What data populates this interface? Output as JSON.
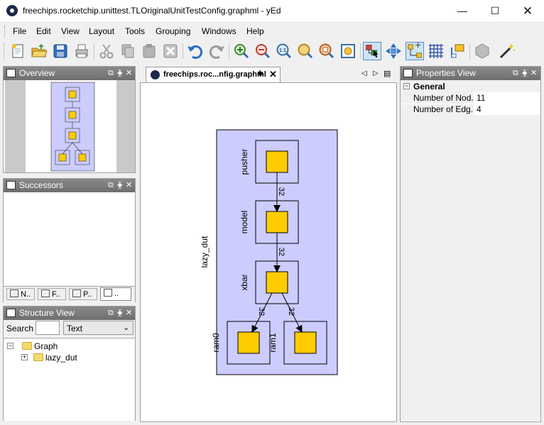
{
  "window": {
    "title": "freechips.rocketchip.unittest.TLOriginalUnitTestConfig.graphml - yEd"
  },
  "menu": [
    "File",
    "Edit",
    "View",
    "Layout",
    "Tools",
    "Grouping",
    "Windows",
    "Help"
  ],
  "toolbar": {
    "icons": [
      "new-document-icon",
      "open-folder-icon",
      "save-icon",
      "print-icon",
      "cut-icon",
      "copy-icon",
      "paste-icon",
      "delete-icon",
      "undo-icon",
      "redo-icon",
      "zoom-in-icon",
      "zoom-out-icon",
      "zoom-1-1-icon",
      "zoom-fit-icon",
      "zoom-area-icon",
      "fit-content-icon",
      "edit-mode-icon",
      "navigate-icon",
      "orthogonal-edge-icon",
      "grid-icon",
      "label-icon",
      "layout-icon",
      "wizard-icon"
    ],
    "zoom11_label": "1:1"
  },
  "overview": {
    "title": "Overview"
  },
  "successors": {
    "title": "Successors",
    "tabs": [
      "N..",
      "F..",
      "P..",
      ".."
    ]
  },
  "structure": {
    "title": "Structure View",
    "search_label": "Search",
    "search_value": "",
    "mode": "Text",
    "tree": [
      {
        "label": "Graph",
        "level": 0,
        "expander": "−"
      },
      {
        "label": "lazy_dut",
        "level": 1,
        "expander": "+"
      }
    ]
  },
  "document": {
    "tab_label": "freechips.roc...nfig.graphml",
    "modified_marker": "✱"
  },
  "graph": {
    "group_label": "lazy_dut",
    "nodes": [
      "pusher",
      "model",
      "xbar",
      "ram0",
      "ram1"
    ],
    "edge_labels": [
      "32",
      "32",
      "32",
      "32"
    ]
  },
  "properties": {
    "title": "Properties View",
    "section": "General",
    "rows": [
      {
        "name": "Number of Nod...",
        "value": "11"
      },
      {
        "name": "Number of Edg...",
        "value": "4"
      }
    ]
  },
  "colors": {
    "group_fill": "#ccccff",
    "node_fill": "#ffcc00",
    "panel_header": "#7a7a7a"
  }
}
